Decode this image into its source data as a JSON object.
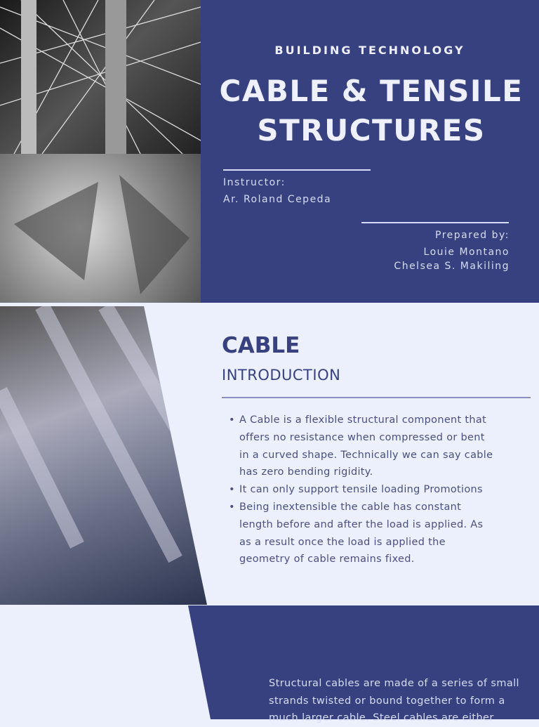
{
  "cover": {
    "subtitle": "BUILDING TECHNOLOGY",
    "title_line1": "CABLE & TENSILE",
    "title_line2": "STRUCTURES",
    "instructor_label": "Instructor:",
    "instructor_name": "Ar. Roland Cepeda",
    "prepared_label": "Prepared by:",
    "authors": [
      "Louie Montano",
      "Chelsea S. Makiling"
    ]
  },
  "cable": {
    "heading": "CABLE",
    "subheading": "INTRODUCTION",
    "bullets": [
      "A Cable is a flexible structural component that offers no resistance when compressed or bent in a curved shape. Technically we can say cable has zero bending rigidity.",
      "It can only support tensile loading Promotions",
      "Being inextensible the cable has constant length before and after the load is applied. As as a result once the load is applied the geometry of cable remains fixed."
    ]
  },
  "section3": {
    "text": "Structural cables are made of a series of small strands twisted or bound together to form a much larger cable. Steel cables are either"
  },
  "colors": {
    "navy": "#37417f",
    "light": "#eceffc"
  }
}
